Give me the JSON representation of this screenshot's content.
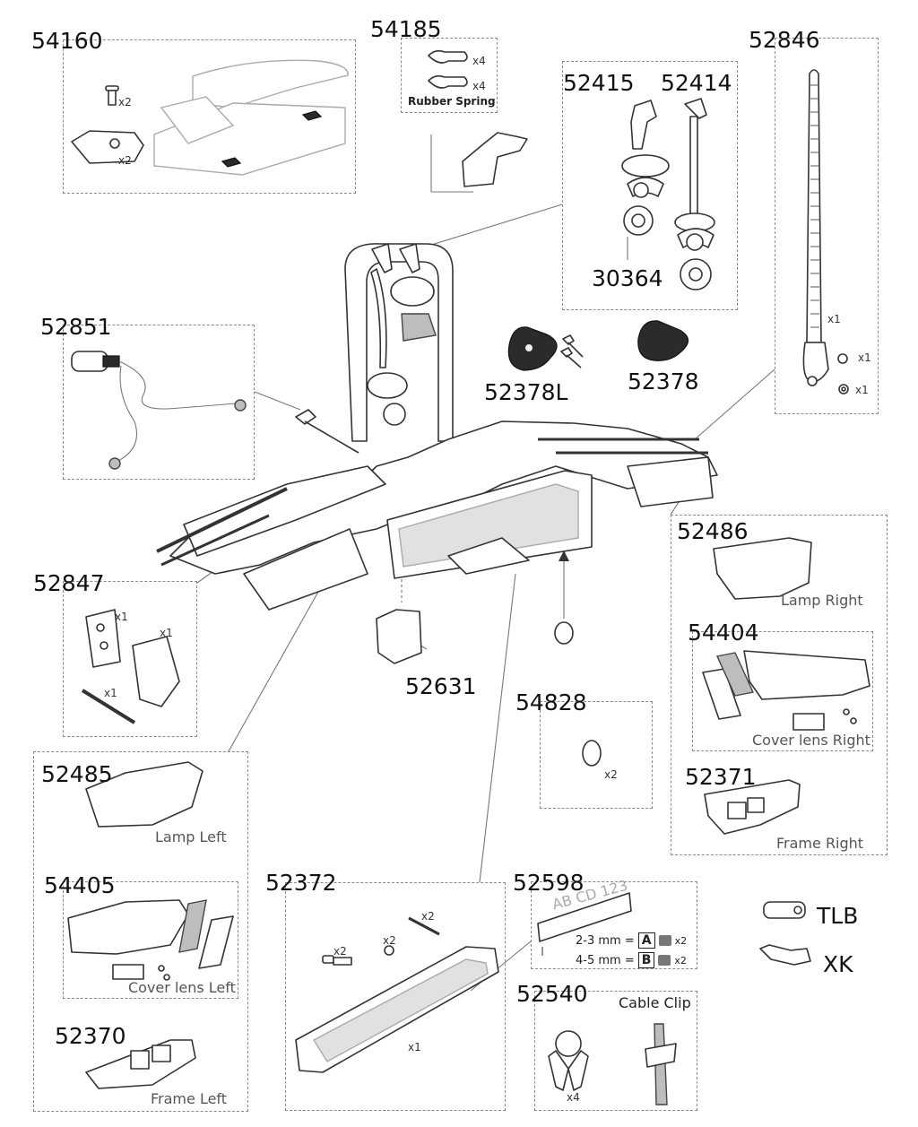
{
  "parts": {
    "p54160": "54160",
    "p54185": "54185",
    "p52846": "52846",
    "p52415": "52415",
    "p52414": "52414",
    "p30364": "30364",
    "p52851": "52851",
    "p52378L": "52378L",
    "p52378": "52378",
    "p52486": "52486",
    "p52847": "52847",
    "p54404": "54404",
    "p52631": "52631",
    "p54828": "54828",
    "p52371": "52371",
    "p52485": "52485",
    "p54405": "54405",
    "p52372": "52372",
    "p52598": "52598",
    "p52540": "52540",
    "p52370": "52370",
    "pTLB": "TLB",
    "pXK": "XK"
  },
  "labels": {
    "rubber_spring": "Rubber Spring",
    "lamp_right": "Lamp Right",
    "cover_lens_right": "Cover lens Right",
    "frame_right": "Frame Right",
    "lamp_left": "Lamp Left",
    "cover_lens_left": "Cover lens Left",
    "frame_left": "Frame Left",
    "cable_clip": "Cable Clip"
  },
  "qty": {
    "x1": "x1",
    "x2": "x2",
    "x4": "x4"
  },
  "plate_table": {
    "plate_text": "AB CD 123",
    "row1_range": "2-3 mm =",
    "row1_code": "A",
    "row1_qty": "x2",
    "row2_range": "4-5 mm =",
    "row2_code": "B",
    "row2_qty": "x2"
  }
}
